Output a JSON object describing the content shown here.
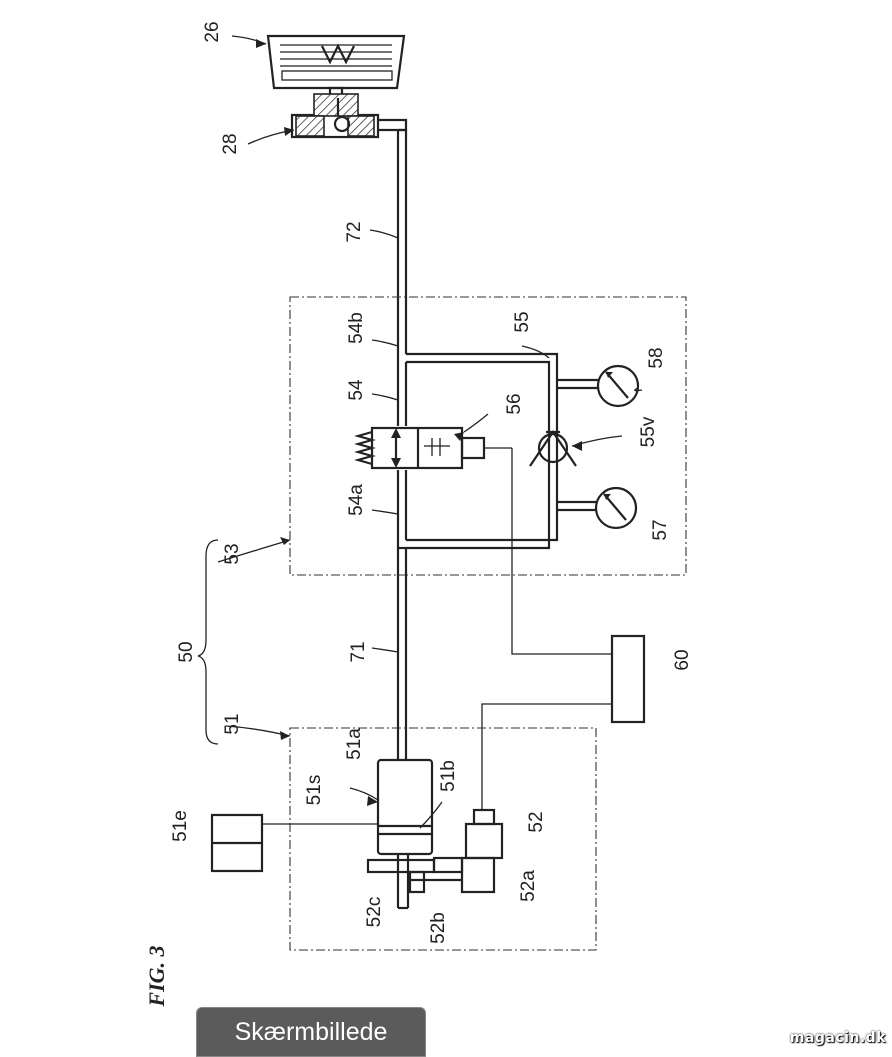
{
  "figure_title": "FIG. 3",
  "labels": {
    "l26": "26",
    "l28": "28",
    "l72": "72",
    "l54b": "54b",
    "l55": "55",
    "l54": "54",
    "l56": "56",
    "l58": "58",
    "l55v": "55v",
    "l54a": "54a",
    "l57": "57",
    "l53": "53",
    "l50": "50",
    "l71": "71",
    "l60": "60",
    "l51": "51",
    "l51a": "51a",
    "l51s": "51s",
    "l51b": "51b",
    "l51e": "51e",
    "l52": "52",
    "l52c": "52c",
    "l52b": "52b",
    "l52a": "52a"
  },
  "overlay": {
    "screenshot_button": "Skærmbillede",
    "watermark": "magacin.dk"
  }
}
